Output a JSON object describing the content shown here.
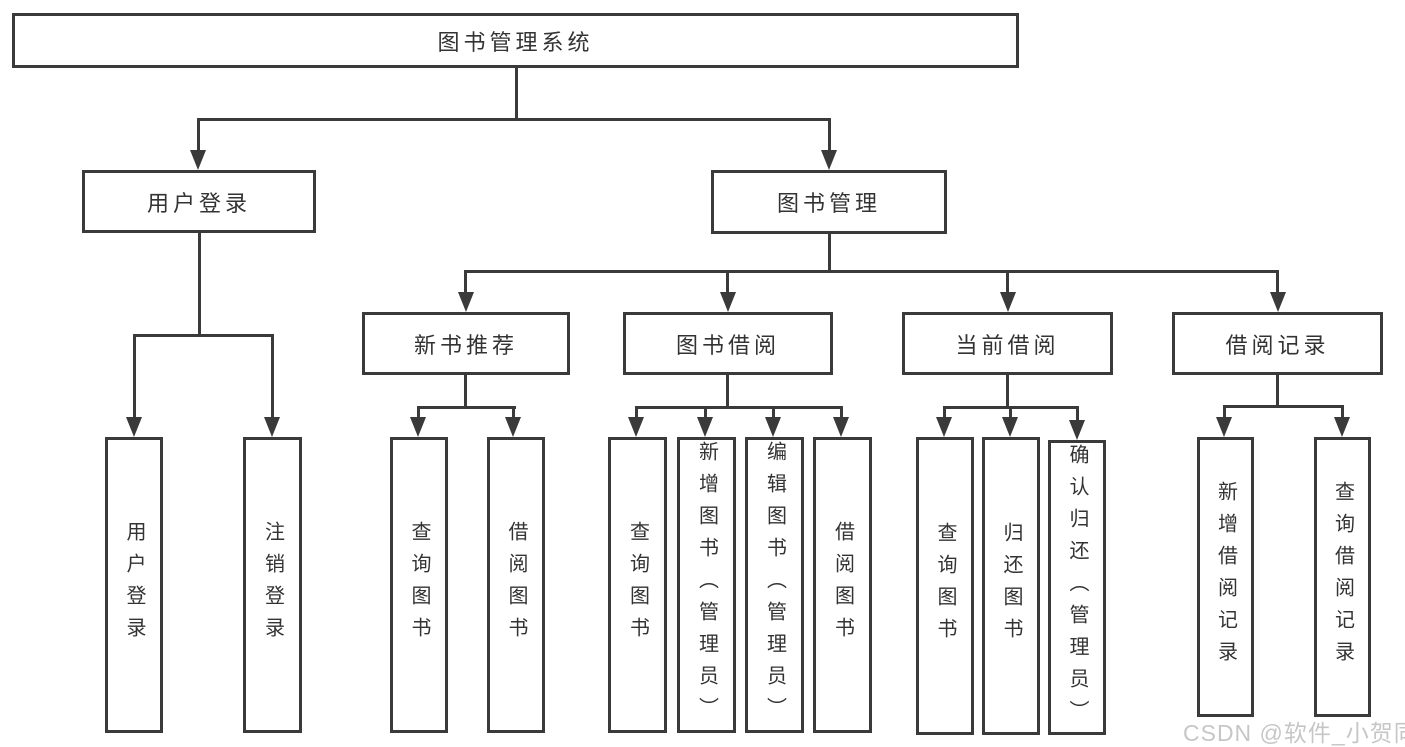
{
  "nodes": {
    "root": "图书管理系统",
    "level2": [
      "用户登录",
      "图书管理"
    ],
    "level3": [
      "新书推荐",
      "图书借阅",
      "当前借阅",
      "借阅记录"
    ],
    "leaves_user_login": [
      "用户登录",
      "注销登录"
    ],
    "leaves_new_book": [
      "查询图书",
      "借阅图书"
    ],
    "leaves_book_borrow": [
      "查询图书",
      "新增图书（管理员）",
      "编辑图书（管理员）",
      "借阅图书"
    ],
    "leaves_current_borrow": [
      "查询图书",
      "归还图书",
      "确认归还（管理员）"
    ],
    "leaves_borrow_record": [
      "新增借阅记录",
      "查询借阅记录"
    ]
  },
  "watermark": "CSDN @软件_小贺同学",
  "colors": {
    "line": "#3a3a3a",
    "text": "#333333",
    "watermark": "#bdbdbd",
    "background": "#ffffff"
  }
}
